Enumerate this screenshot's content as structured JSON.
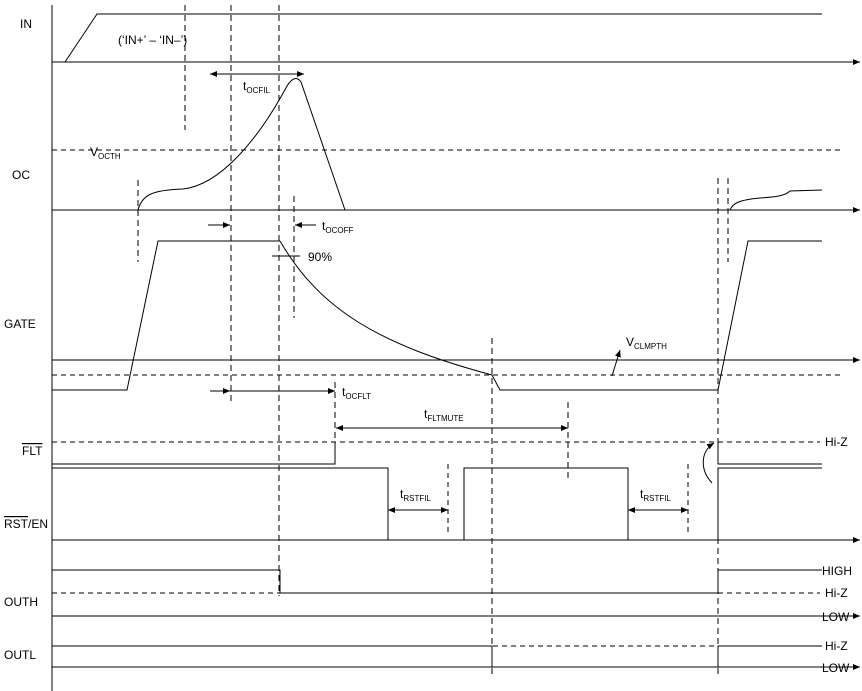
{
  "signals": {
    "in": "IN",
    "oc": "OC",
    "gate": "GATE",
    "flt": "FLT",
    "rst": "RST",
    "en_suffix": "/EN",
    "outh": "OUTH",
    "outl": "OUTL"
  },
  "annotations": {
    "in_formula": "(‘IN+’ – ‘IN–’)",
    "v_octh": "V",
    "v_octh_sub": "OCTH",
    "t_ocfil": "t",
    "t_ocfil_sub": "OCFIL",
    "t_ocoff": "t",
    "t_ocoff_sub": "OCOFF",
    "pct_90": "90%",
    "v_clmpth": "V",
    "v_clmpth_sub": "CLMPTH",
    "t_ocflt": "t",
    "t_ocflt_sub": "OCFLT",
    "t_fltmute": "t",
    "t_fltmute_sub": "FLTMUTE",
    "t_rstfil_1": "t",
    "t_rstfil_1_sub": "RSTFIL",
    "t_rstfil_2": "t",
    "t_rstfil_2_sub": "RSTFIL"
  },
  "states": {
    "flt_hiz": "Hi-Z",
    "outh_high": "HIGH",
    "outh_hiz": "Hi-Z",
    "outh_low": "LOW",
    "outl_hiz": "Hi-Z",
    "outl_low": "LOW"
  },
  "colors": {
    "line": "#000000",
    "background": "#ffffff"
  }
}
